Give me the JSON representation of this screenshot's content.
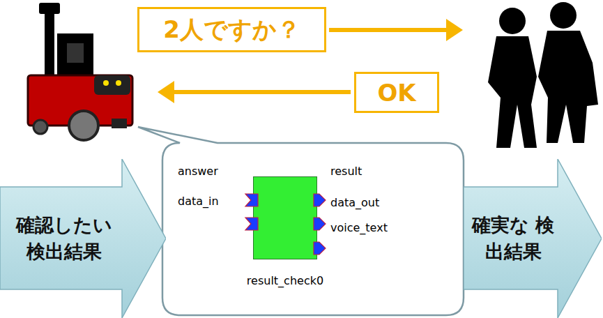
{
  "diagram": {
    "nodes": [
      {
        "text": [
          "2人ですか？"
        ]
      },
      {
        "text": [
          "OK"
        ]
      },
      {
        "text": [
          "確認したい 検出結果"
        ]
      },
      {
        "text": [
          "result_check0"
        ]
      },
      {
        "text": [
          "確実な 検出結果"
        ]
      }
    ],
    "labels": [
      "answer",
      "data_in",
      "result",
      "data_out",
      "voice_text"
    ]
  }
}
